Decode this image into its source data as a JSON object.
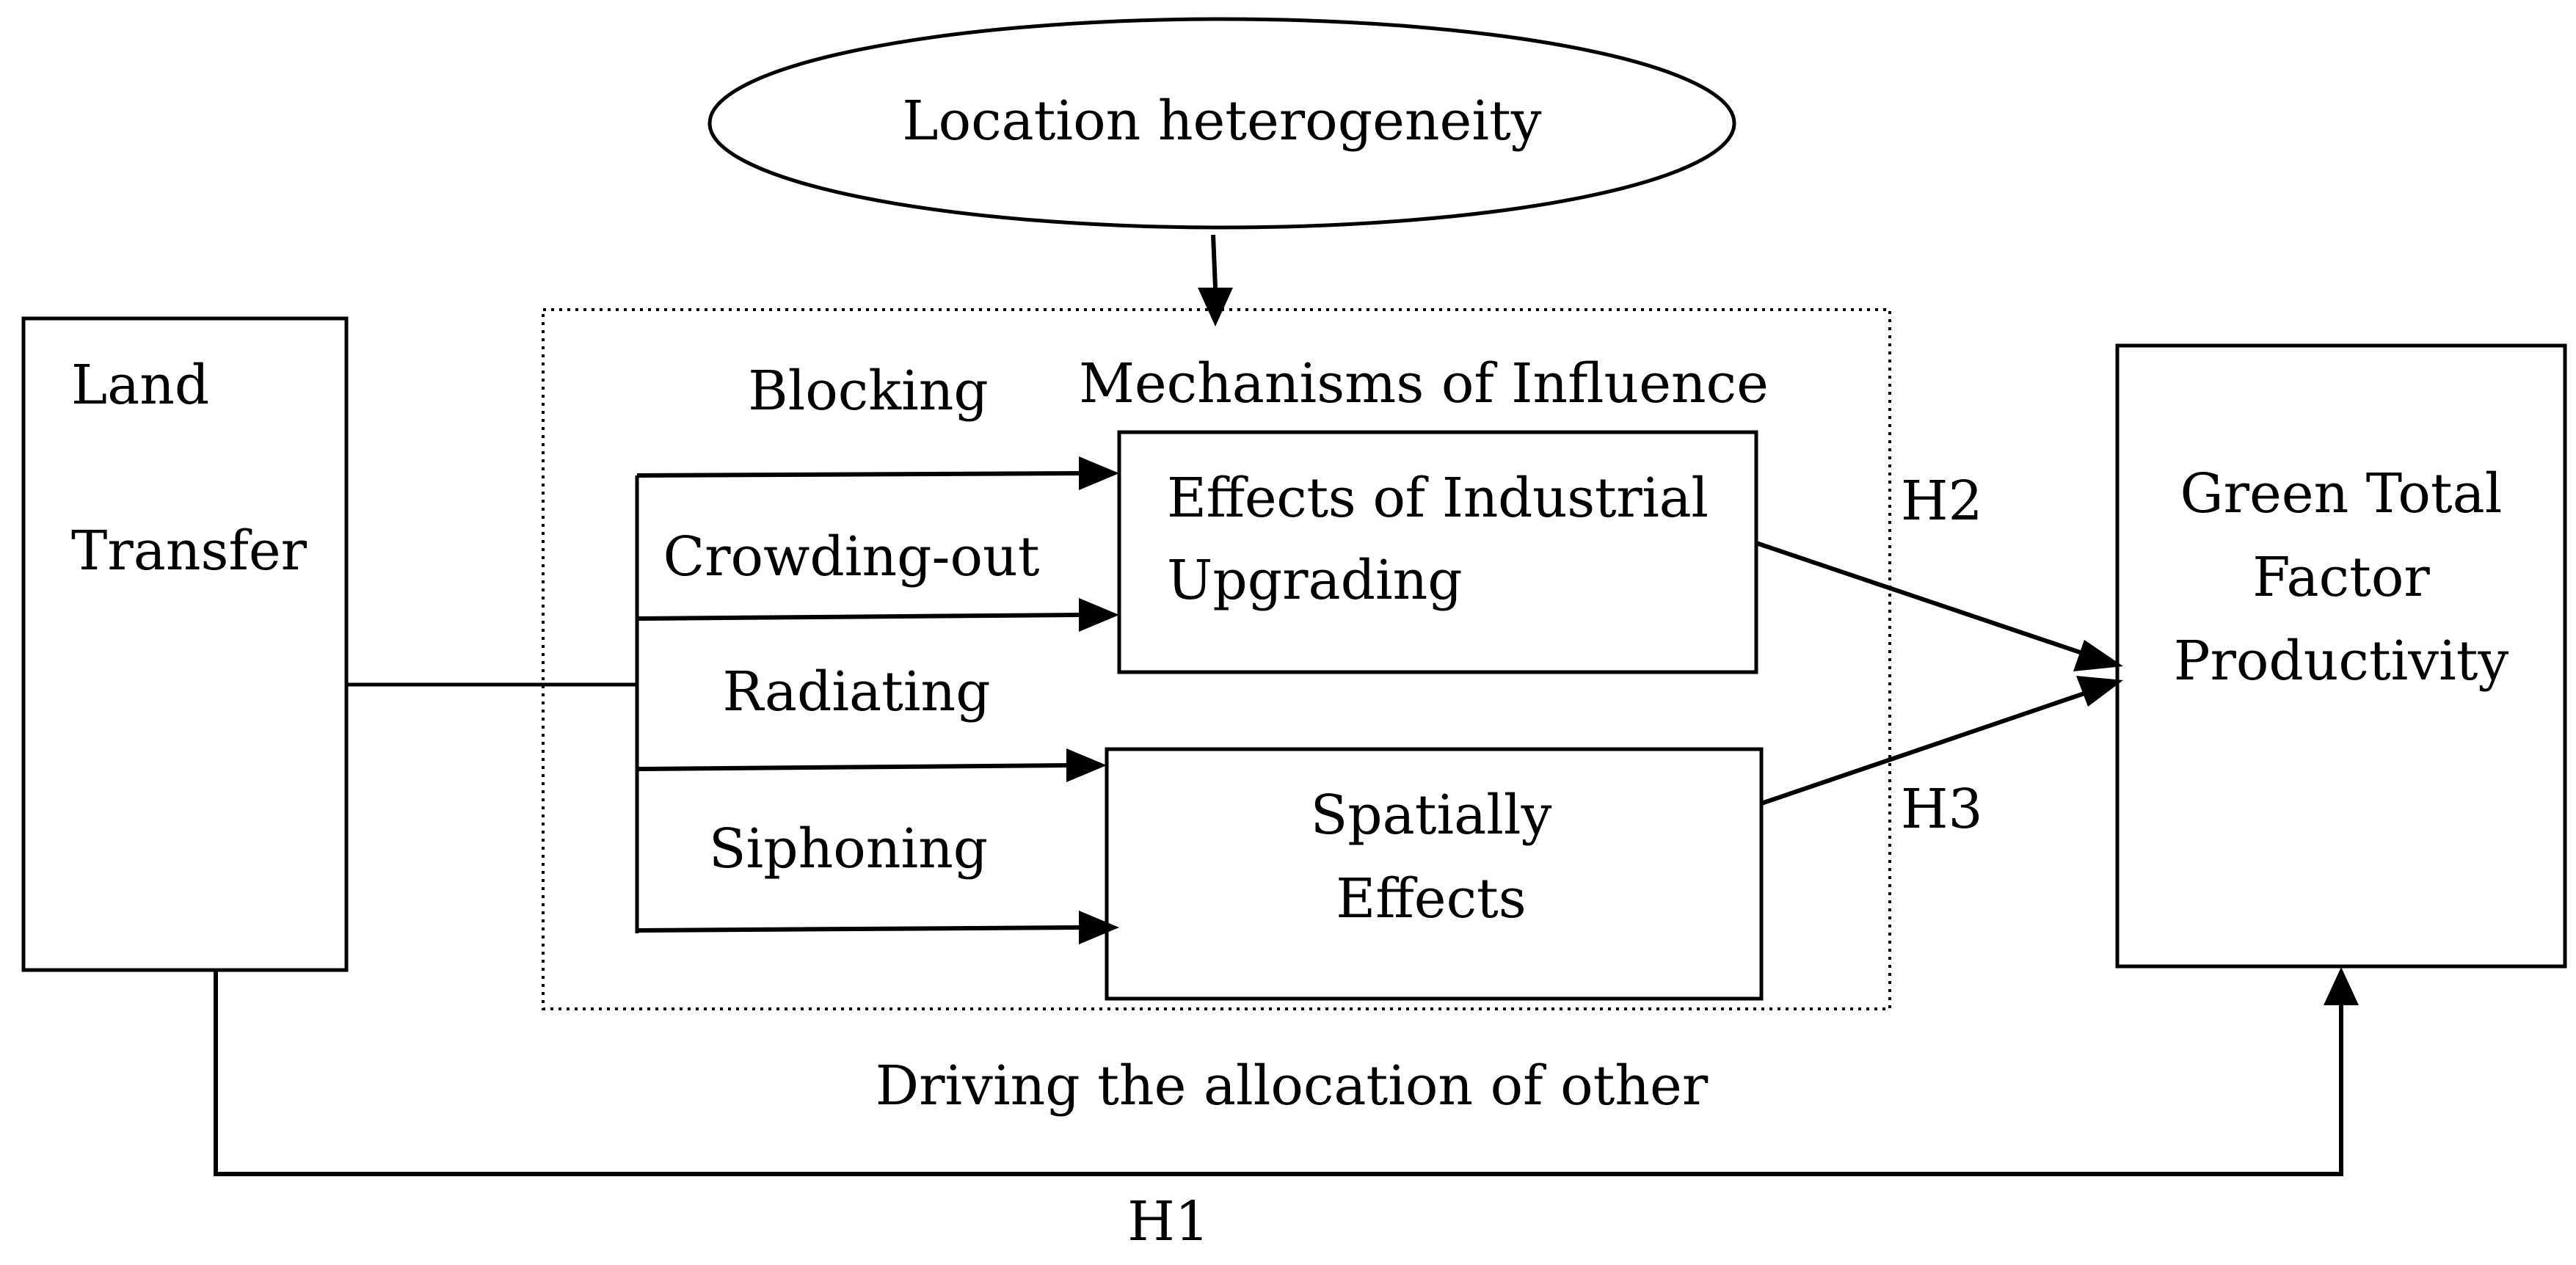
{
  "nodes": {
    "location": {
      "label": "Location heterogeneity"
    },
    "land_transfer": {
      "line1": "Land",
      "line2": "Transfer"
    },
    "gtfp": {
      "line1": "Green Total",
      "line2": "Factor",
      "line3": "Productivity"
    },
    "industrial": {
      "line1": "Effects of Industrial",
      "line2": "Upgrading"
    },
    "spatial": {
      "line1": "Spatially",
      "line2": "Effects"
    }
  },
  "mechanism_group": {
    "title": "Mechanisms of Influence"
  },
  "effect_labels": {
    "blocking": "Blocking",
    "crowding_out": "Crowding-out",
    "radiating": "Radiating",
    "siphoning": "Siphoning"
  },
  "hypotheses": {
    "h1": "H1",
    "h2": "H2",
    "h3": "H3"
  },
  "bottom_caption": "Driving the allocation of other"
}
